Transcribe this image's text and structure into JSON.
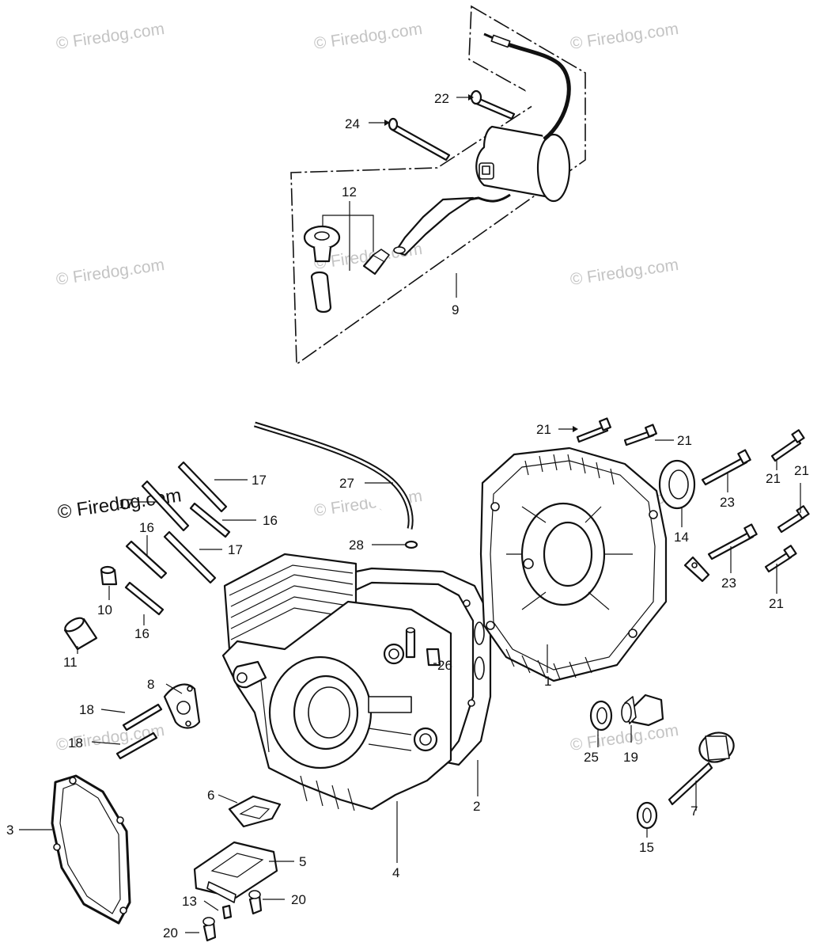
{
  "watermark": {
    "text": "© Firedog.com"
  },
  "labels": {
    "p1": "1",
    "p2": "2",
    "p3": "3",
    "p4": "4",
    "p5": "5",
    "p6": "6",
    "p7": "7",
    "p8": "8",
    "p9": "9",
    "p10": "10",
    "p11": "11",
    "p12": "12",
    "p13": "13",
    "p14": "14",
    "p15": "15",
    "p16": "16",
    "p17": "17",
    "p18": "18",
    "p19": "19",
    "p20": "20",
    "p21": "21",
    "p22": "22",
    "p23": "23",
    "p24": "24",
    "p25": "25",
    "p26": "26",
    "p27": "27",
    "p28": "28"
  }
}
